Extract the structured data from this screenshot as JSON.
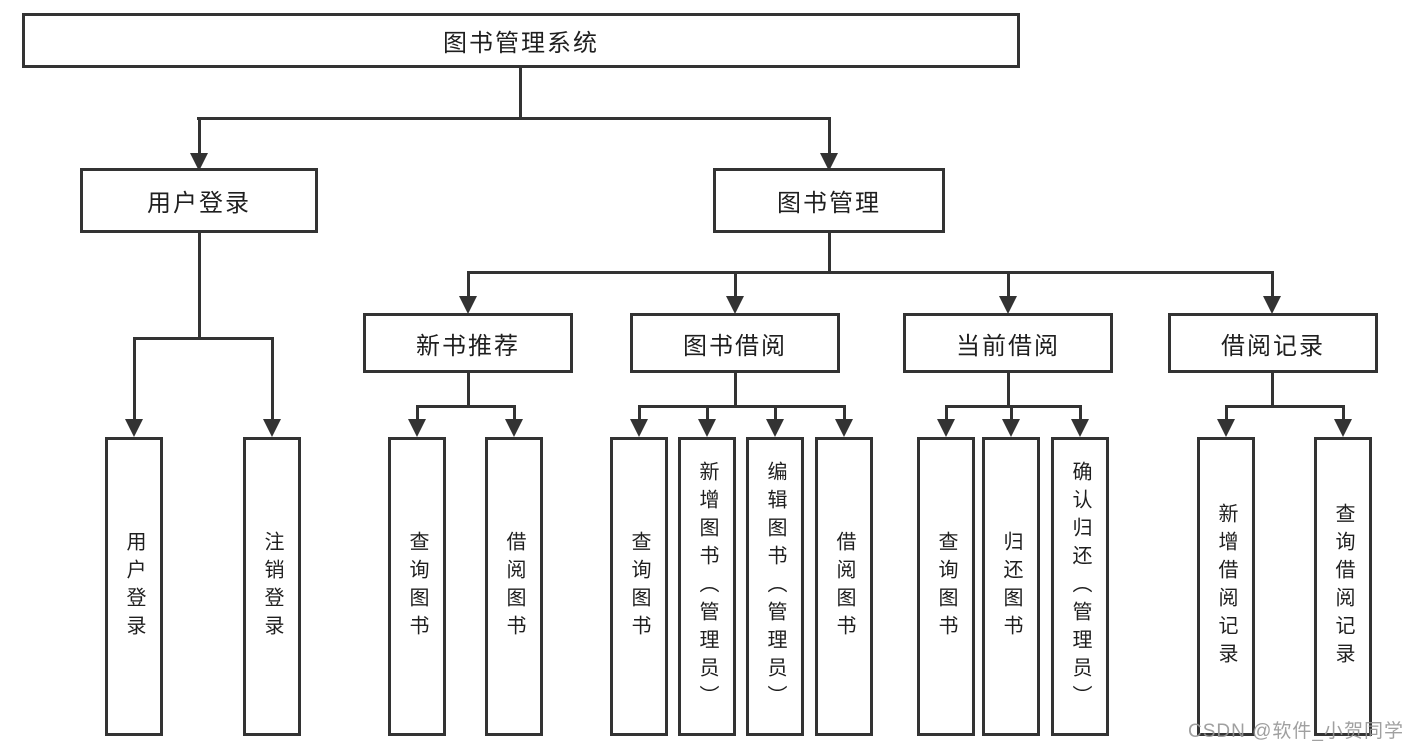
{
  "colors": {
    "background": "#ffffff",
    "line": "#333333",
    "box_border": "#333333",
    "text": "#1f1f1f",
    "watermark": "#969696"
  },
  "watermark": {
    "text": "CSDN @软件_小贺同学"
  },
  "diagram": {
    "root": {
      "label": "图书管理系统"
    },
    "branches": [
      {
        "label": "用户登录",
        "children": [
          {
            "label": "用户登录"
          },
          {
            "label": "注销登录"
          }
        ]
      },
      {
        "label": "图书管理",
        "children": [
          {
            "label": "新书推荐",
            "children": [
              {
                "label": "查询图书"
              },
              {
                "label": "借阅图书"
              }
            ]
          },
          {
            "label": "图书借阅",
            "children": [
              {
                "label": "查询图书"
              },
              {
                "label": "新增图书（管理员）"
              },
              {
                "label": "编辑图书（管理员）"
              },
              {
                "label": "借阅图书"
              }
            ]
          },
          {
            "label": "当前借阅",
            "children": [
              {
                "label": "查询图书"
              },
              {
                "label": "归还图书"
              },
              {
                "label": "确认归还（管理员）"
              }
            ]
          },
          {
            "label": "借阅记录",
            "children": [
              {
                "label": "新增借阅记录"
              },
              {
                "label": "查询借阅记录"
              }
            ]
          }
        ]
      }
    ]
  }
}
